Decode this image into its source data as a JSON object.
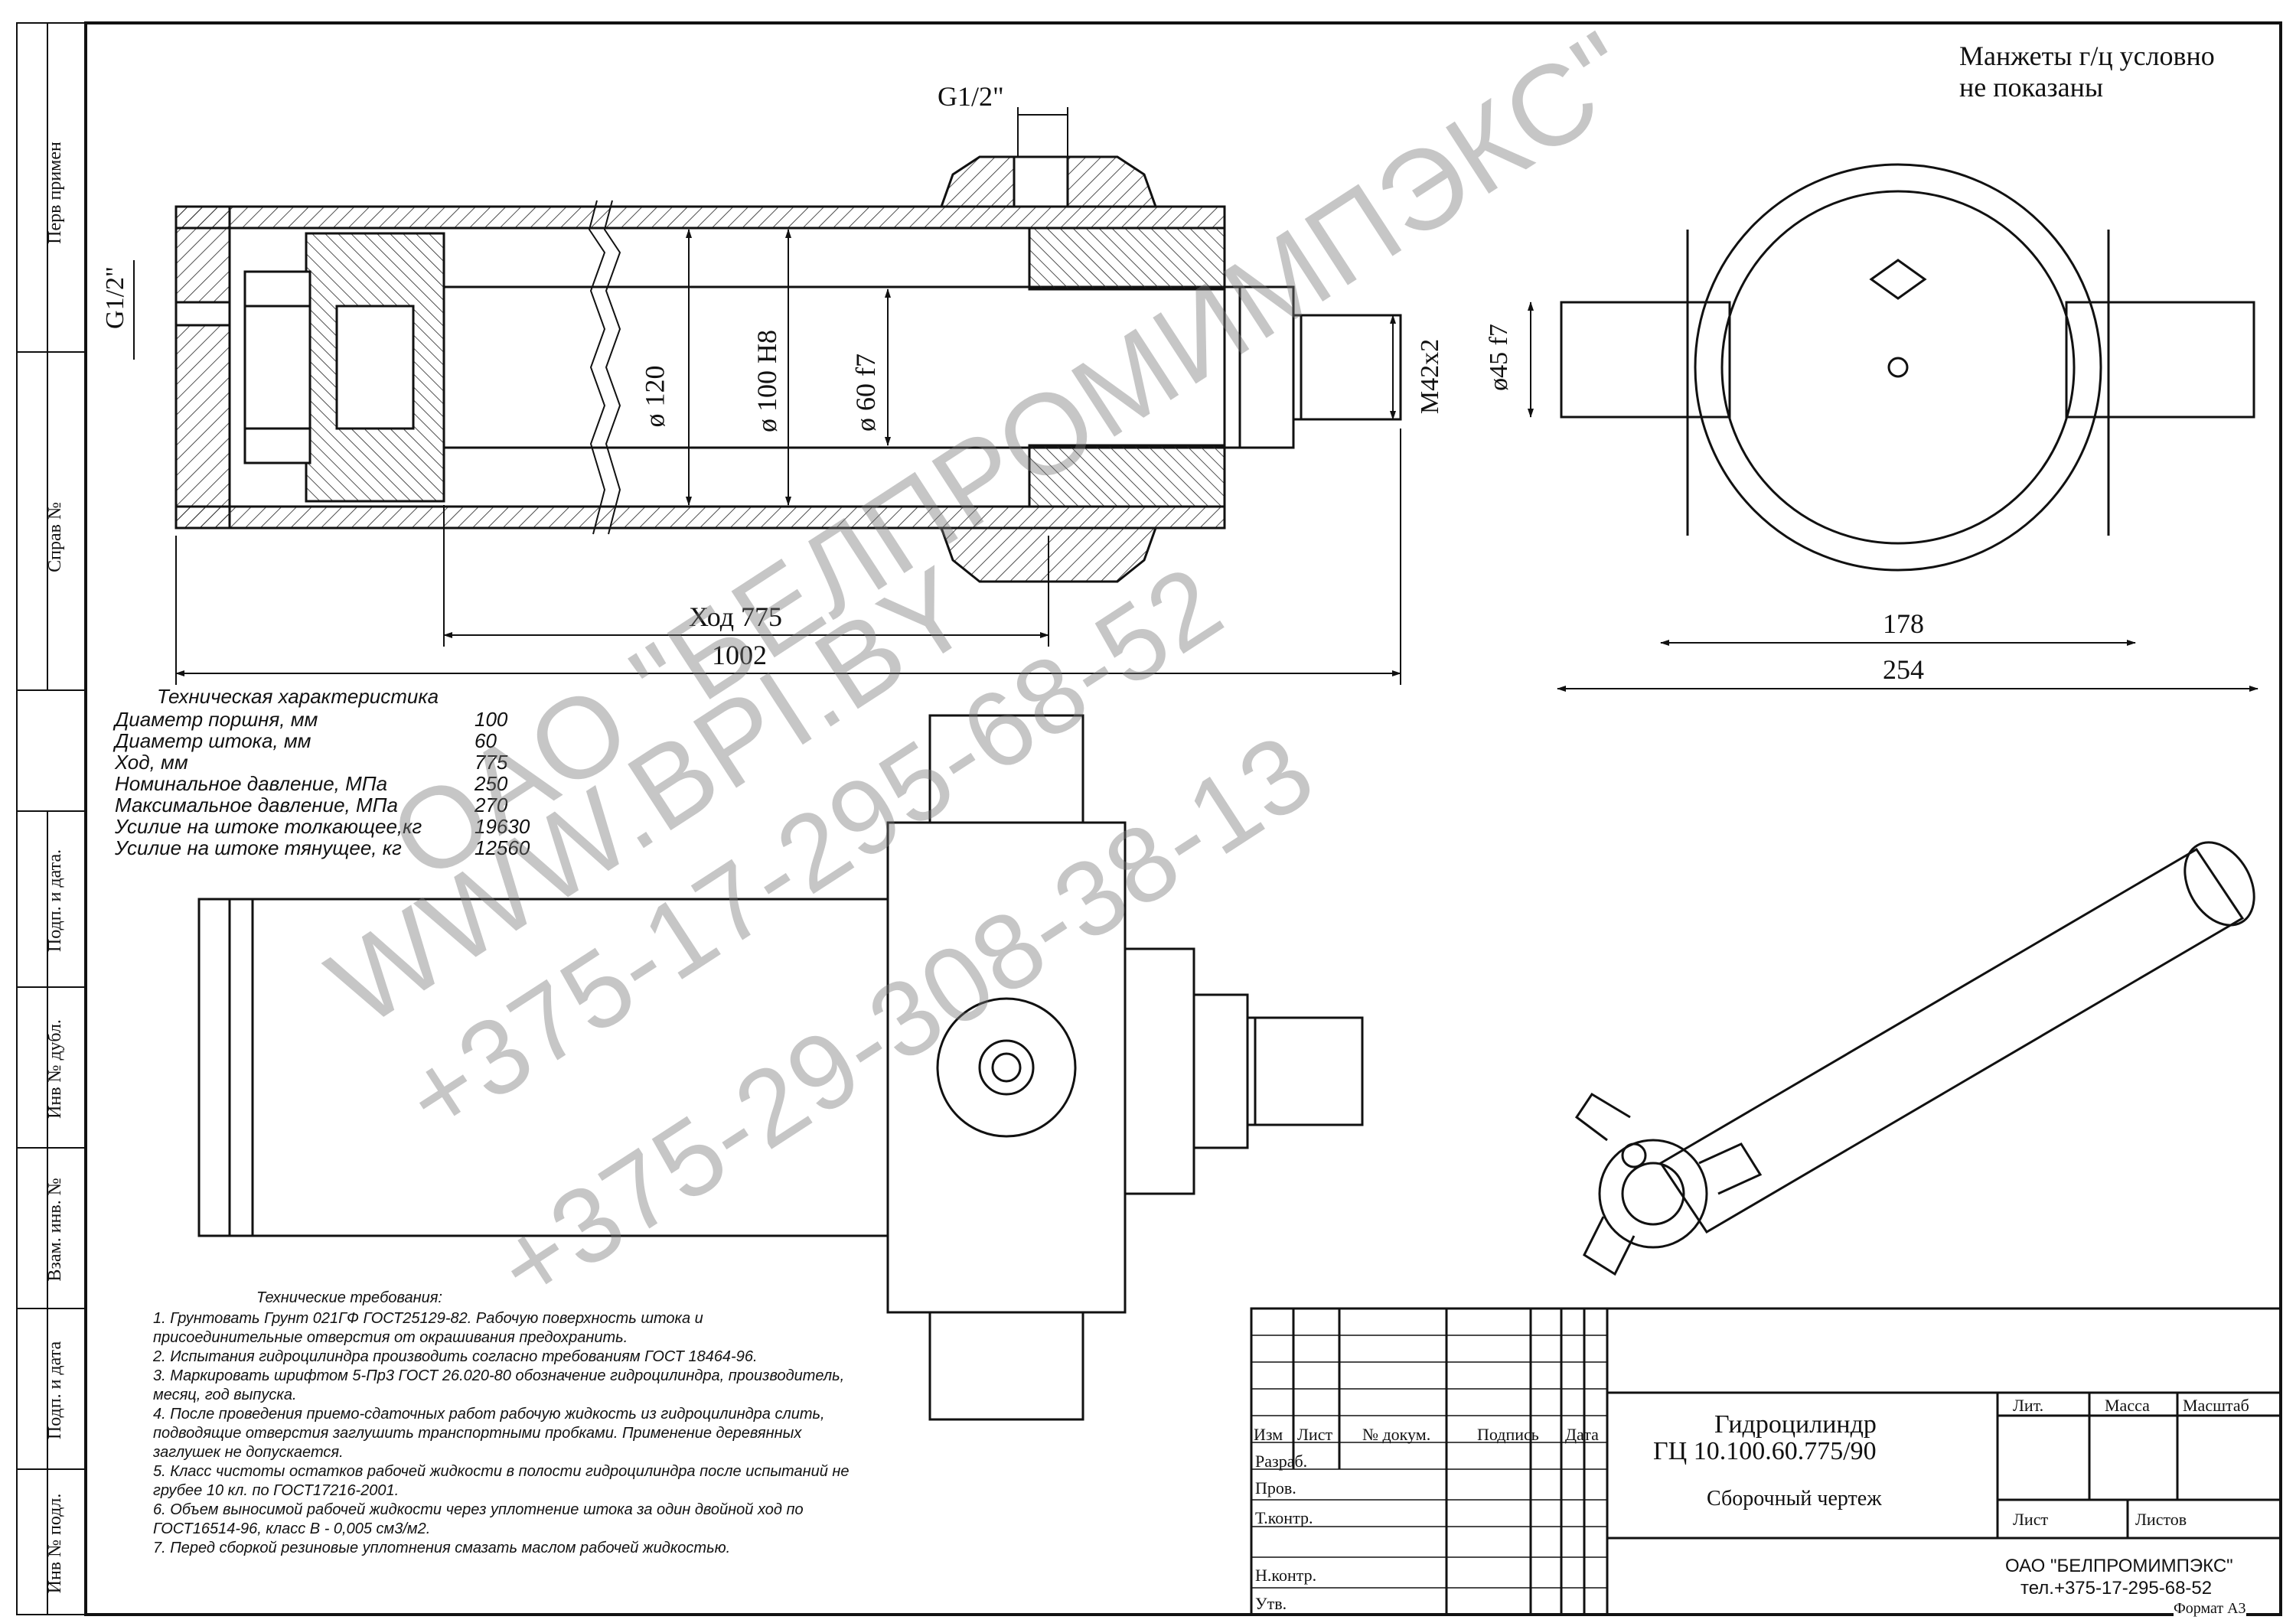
{
  "note_top": [
    "Манжеты г/ц условно",
    "не показаны"
  ],
  "dims": {
    "g_top": "G1/2\"",
    "g_left": "G1/2\"",
    "d120": "ø 120",
    "d100": "ø 100 H8",
    "d60": "ø 60 f7",
    "m42": "M42x2",
    "d45": "ø45 f7",
    "stroke": "Ход 775",
    "len1002": "1002",
    "w178": "178",
    "w254": "254"
  },
  "side_strip": {
    "perv_primen": "Перв примен",
    "sprav": "Справ №",
    "podp_data1": "Подп. и дата.",
    "inv_dubl": "Инв № дубл.",
    "vzam_inv": "Взам. инв. №",
    "podp_data2": "Подп. и дата",
    "inv_podl": "Инв № подл."
  },
  "specs": {
    "title": "Техническая характеристика",
    "rows": [
      {
        "label": "Диаметр поршня, мм",
        "value": "100"
      },
      {
        "label": "Диаметр штока, мм",
        "value": "60"
      },
      {
        "label": "Ход, мм",
        "value": "775"
      },
      {
        "label": "Номинальное давление, МПа",
        "value": "250"
      },
      {
        "label": "Максимальное давление, МПа",
        "value": "270"
      },
      {
        "label": "Усилие на штоке толкающее,кг",
        "value": "19630"
      },
      {
        "label": "Усилие на штоке тянущее, кг",
        "value": "12560"
      }
    ]
  },
  "requirements": {
    "title": "Технические требования:",
    "lines": [
      "1. Грунтовать Грунт 021ГФ ГОСТ25129-82. Рабочую поверхность штока и",
      "присоединительные отверстия от окрашивания предохранить.",
      "2. Испытания гидроцилиндра производить согласно требованиям ГОСТ 18464-96.",
      "3. Маркировать шрифтом 5-Пр3 ГОСТ 26.020-80 обозначение гидроцилиндра, производитель,",
      "месяц, год выпуска.",
      "4. После проведения приемо-сдаточных работ рабочую жидкость из гидроцилиндра слить,",
      "подводящие отверстия заглушить транспортными пробками. Применение деревянных",
      "заглушек не допускается.",
      "5. Класс чистоты остатков рабочей жидкости в полости гидроцилиндра после испытаний не",
      "грубее 10 кл. по ГОСТ17216-2001.",
      "6. Объем выносимой рабочей жидкости через уплотнение штока за один двойной ход по",
      "ГОСТ16514-96, класс В - 0,005 см3/м2.",
      "7. Перед сборкой резиновые уплотнения смазать маслом  рабочей жидкостью."
    ]
  },
  "title_block": {
    "name": "Гидроцилиндр",
    "code": "ГЦ 10.100.60.775/90",
    "doc_type": "Сборочный чертеж",
    "col_izm": "Изм",
    "col_list": "Лист",
    "col_doc": "№ докум.",
    "col_podpis": "Подпись",
    "col_data": "Дата",
    "razrab": "Разраб.",
    "prov": "Пров.",
    "tkontr": "Т.контр.",
    "nkontr": "Н.контр.",
    "utv": "Утв.",
    "lit": "Лит.",
    "massa": "Масса",
    "masshtab": "Масштаб",
    "list": "Лист",
    "listov": "Листов",
    "company": "ОАО \"БЕЛПРОМИМПЭКС\"",
    "phone": "тел.+375-17-295-68-52",
    "format": "Формат  А3"
  },
  "watermark": {
    "line1": "ОАО \"БЕЛПРОМИМПЭКС\"",
    "line2": "WWW.BPI.BY",
    "line3": "+375-17-295-68-52",
    "line4": "+375-29-308-38-13"
  }
}
